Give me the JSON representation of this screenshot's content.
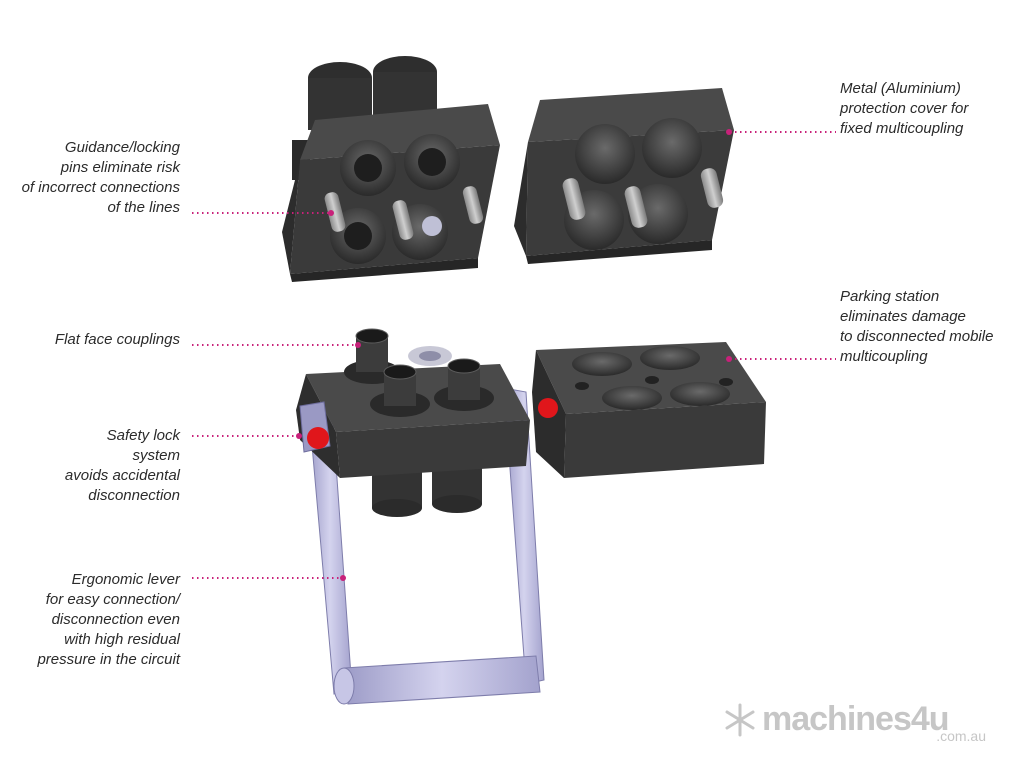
{
  "annotations": {
    "guidance": [
      "Guidance/locking",
      "pins eliminate risk",
      "of incorrect connections",
      "of the lines"
    ],
    "flat_face": [
      "Flat face couplings"
    ],
    "safety_lock": [
      "Safety lock",
      "system",
      "avoids accidental",
      "disconnection"
    ],
    "lever": [
      "Ergonomic lever",
      "for easy connection/",
      "disconnection even",
      "with high residual",
      "pressure in the circuit"
    ],
    "metal_cover": [
      "Metal (Aluminium)",
      "protection cover for",
      "fixed multicoupling"
    ],
    "parking": [
      "Parking station",
      "eliminates damage",
      "to disconnected mobile",
      "multicoupling"
    ]
  },
  "watermark": {
    "brand": "machines4u",
    "domain": ".com.au"
  },
  "colors": {
    "leader": "#c8217a",
    "block": "#3a3a3a",
    "lever": "#b9b8dc",
    "safety_button": "#e0161b"
  }
}
